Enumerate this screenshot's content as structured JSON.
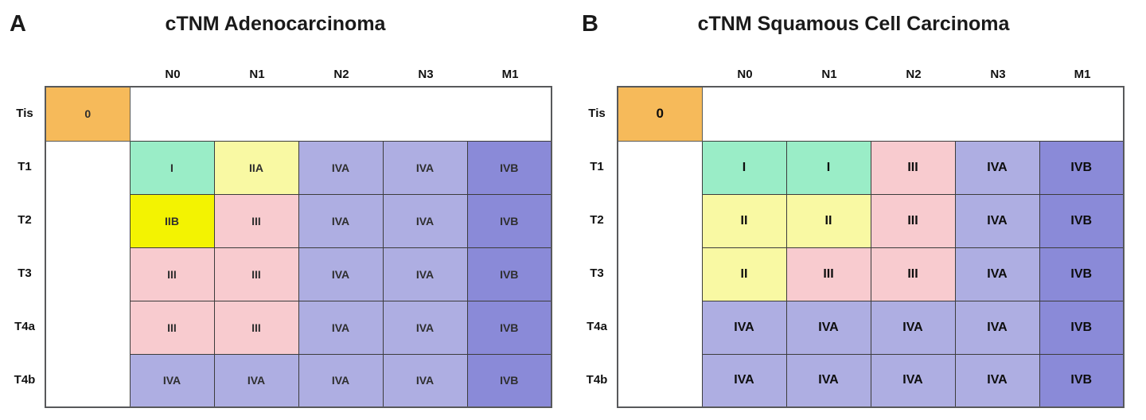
{
  "stage_colors": {
    "0": "#F6BA5A",
    "I": "#9AEDC7",
    "II": "#F9F9A3",
    "IIA": "#F9F9A3",
    "IIB": "#F3F301",
    "III": "#F8CBCF",
    "IVA": "#AEAEE2",
    "IVB": "#8A8AD8"
  },
  "chart_data": [
    {
      "type": "heatmap",
      "panel_label": "A",
      "title": "cTNM Adenocarcinoma",
      "x_labels": [
        "N0",
        "N1",
        "N2",
        "N3",
        "M1"
      ],
      "y_labels": [
        "Tis",
        "T1",
        "T2",
        "T3",
        "T4a",
        "T4b"
      ],
      "tis_stage": "0",
      "rows": [
        {
          "t": "T1",
          "stages": [
            "I",
            "IIA",
            "IVA",
            "IVA",
            "IVB"
          ]
        },
        {
          "t": "T2",
          "stages": [
            "IIB",
            "III",
            "IVA",
            "IVA",
            "IVB"
          ]
        },
        {
          "t": "T3",
          "stages": [
            "III",
            "III",
            "IVA",
            "IVA",
            "IVB"
          ]
        },
        {
          "t": "T4a",
          "stages": [
            "III",
            "III",
            "IVA",
            "IVA",
            "IVB"
          ]
        },
        {
          "t": "T4b",
          "stages": [
            "IVA",
            "IVA",
            "IVA",
            "IVA",
            "IVB"
          ]
        }
      ],
      "legend": "none",
      "grid": true
    },
    {
      "type": "heatmap",
      "panel_label": "B",
      "title": "cTNM Squamous Cell Carcinoma",
      "x_labels": [
        "N0",
        "N1",
        "N2",
        "N3",
        "M1"
      ],
      "y_labels": [
        "Tis",
        "T1",
        "T2",
        "T3",
        "T4a",
        "T4b"
      ],
      "tis_stage": "0",
      "rows": [
        {
          "t": "T1",
          "stages": [
            "I",
            "I",
            "III",
            "IVA",
            "IVB"
          ]
        },
        {
          "t": "T2",
          "stages": [
            "II",
            "II",
            "III",
            "IVA",
            "IVB"
          ]
        },
        {
          "t": "T3",
          "stages": [
            "II",
            "III",
            "III",
            "IVA",
            "IVB"
          ]
        },
        {
          "t": "T4a",
          "stages": [
            "IVA",
            "IVA",
            "IVA",
            "IVA",
            "IVB"
          ]
        },
        {
          "t": "T4b",
          "stages": [
            "IVA",
            "IVA",
            "IVA",
            "IVA",
            "IVB"
          ]
        }
      ],
      "legend": "none",
      "grid": true
    }
  ]
}
